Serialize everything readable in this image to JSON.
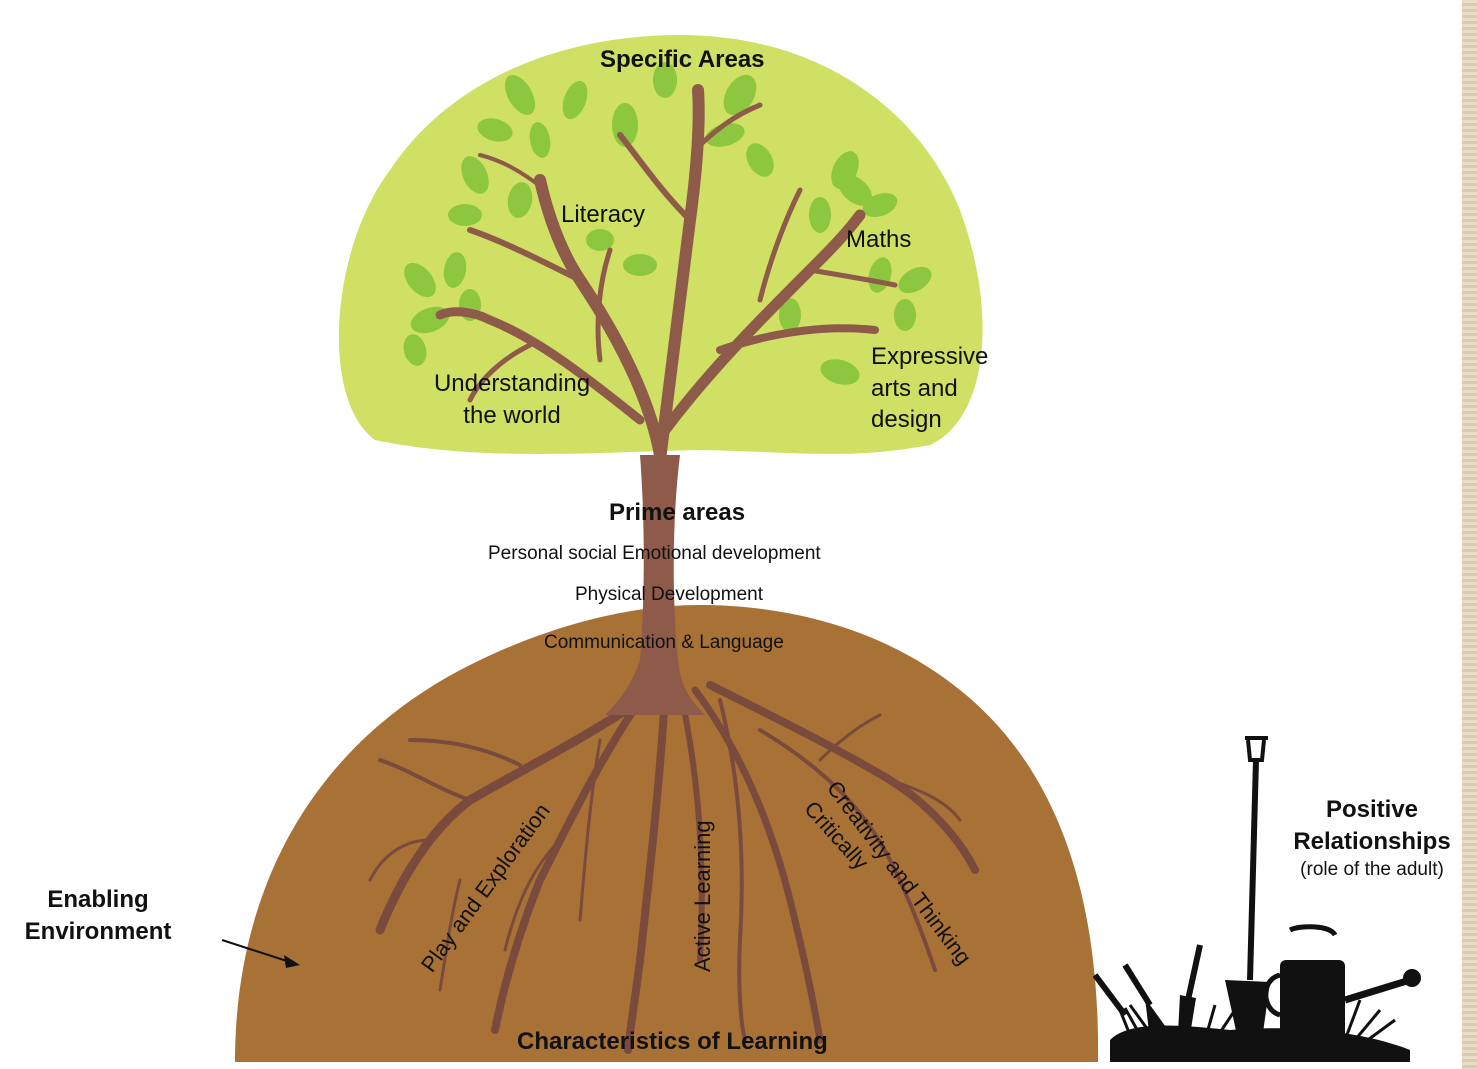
{
  "colors": {
    "canopy": "#cfe065",
    "leaf": "#8dc63f",
    "leaf_dark": "#6fae2d",
    "trunk": "#8e5a4a",
    "root": "#7a4a3d",
    "soil": "#a87237",
    "tools": "#111111"
  },
  "canopy": {
    "title": "Specific Areas",
    "literacy": "Literacy",
    "maths": "Maths",
    "understanding_1": "Understanding",
    "understanding_2": "the world",
    "expressive_1": "Expressive",
    "expressive_2": "arts and",
    "expressive_3": "design"
  },
  "prime": {
    "title": "Prime areas",
    "item_1": "Personal social Emotional development",
    "item_2": "Physical Development",
    "item_3": "Communication & Language"
  },
  "roots": {
    "play": "Play and Exploration",
    "active": "Active Learning",
    "creativity": "Creativity and Thinking",
    "critically": "Critically",
    "footer": "Characteristics of Learning"
  },
  "environment": {
    "line_1": "Enabling",
    "line_2": "Environment"
  },
  "relationships": {
    "line_1": "Positive",
    "line_2": "Relationships",
    "line_3": "(role of the adult)"
  },
  "icons": {
    "pointer": "arrow-icon",
    "tools": [
      "spade-icon",
      "watering-can-icon",
      "trowel-icon",
      "fork-icon"
    ]
  }
}
